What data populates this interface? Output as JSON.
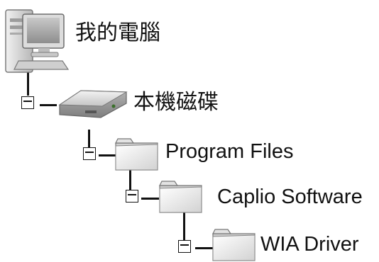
{
  "tree": {
    "root": {
      "label": "我的電腦",
      "icon": "computer-icon"
    },
    "drive": {
      "label": "本機磁碟",
      "icon": "hard-drive-icon"
    },
    "folders": [
      {
        "label": "Program Files",
        "icon": "folder-icon"
      },
      {
        "label": "Caplio Software",
        "icon": "folder-icon"
      },
      {
        "label": "WIA Driver",
        "icon": "folder-icon"
      }
    ]
  }
}
